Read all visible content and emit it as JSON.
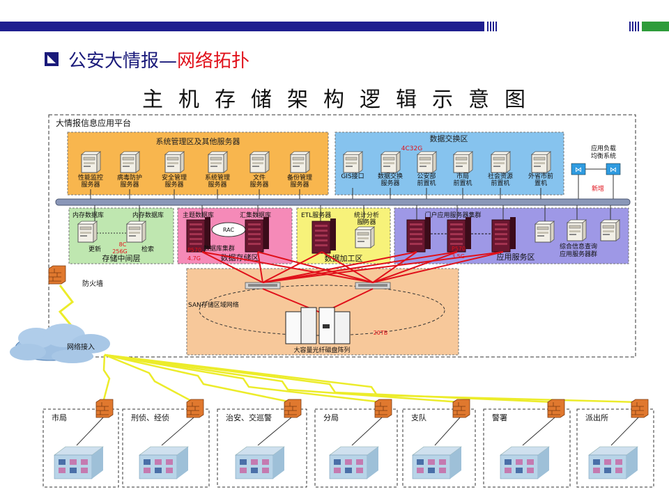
{
  "slide": {
    "title_prefix": "公安大情报—",
    "title_highlight": "网络拓扑",
    "diagram_title": "主机存储架构逻辑示意图"
  },
  "platform": {
    "label": "大情报信息应用平台"
  },
  "zones": {
    "sysmgmt": {
      "title": "系统管理区及其他服务器",
      "servers": [
        {
          "l1": "性能监控",
          "l2": "服务器"
        },
        {
          "l1": "病毒防护",
          "l2": "服务器"
        },
        {
          "l1": "安全管理",
          "l2": "服务器"
        },
        {
          "l1": "系统管理",
          "l2": "服务器"
        },
        {
          "l1": "文件",
          "l2": "服务器"
        },
        {
          "l1": "备份管理",
          "l2": "服务器"
        }
      ]
    },
    "exchange": {
      "title": "数据交换区",
      "spec": "4C32G",
      "servers": [
        {
          "l1": "GIS接口",
          "l2": ""
        },
        {
          "l1": "数据交换",
          "l2": "服务器"
        },
        {
          "l1": "公安部",
          "l2": "前置机"
        },
        {
          "l1": "市局",
          "l2": "前置机"
        },
        {
          "l1": "社会资源",
          "l2": "前置机"
        },
        {
          "l1": "外省市前",
          "l2": "置机"
        }
      ]
    },
    "loadbalance": {
      "l1": "应用负载",
      "l2": "均衡系统",
      "badge": "新增"
    },
    "midlayer": {
      "label": "存储中间层",
      "db1": "内存数据库",
      "db2": "内存数据库",
      "spec1": "8C",
      "spec2": "256G",
      "update": "更新",
      "search": "检索"
    },
    "storage": {
      "label": "数据存储区",
      "main_db": "主题数据库",
      "agg_db": "汇集数据库",
      "rac": "RAC",
      "model": "P570",
      "cluster": "数据库集群",
      "spec": "4.7G"
    },
    "processing": {
      "label": "数据加工区",
      "etl": "ETL服务器",
      "stats1": "统计分析",
      "stats2": "服务器"
    },
    "application": {
      "label": "应用服务区",
      "cluster": "门户应用服务器集群",
      "model": "P570",
      "spec": "3.5G",
      "query1": "综合信息查询",
      "query2": "应用服务器群"
    },
    "san": {
      "label": "SAN存储区域网络",
      "array": "大容量光纤磁盘阵列",
      "capacity": "20TB"
    }
  },
  "firewall": "防火墙",
  "network": "网络接入",
  "branches": [
    "市局",
    "刑侦、经侦",
    "治安、交巡警",
    "分局",
    "支队",
    "警署",
    "派出所"
  ],
  "colors": {
    "title_blue": "#1a1a7a",
    "title_red": "#e0101a",
    "sysmgmt_bg": "#f8b64e",
    "exchange_bg": "#86c3ee",
    "mid_bg": "#bfe7b0",
    "storage_bg": "#f58ab8",
    "processing_bg": "#f7f27a",
    "application_bg": "#9e98e6",
    "san_bg": "#f7c89a",
    "bus": "#8a97b8",
    "red_link": "#e0101a",
    "lightning": "#ecec2a"
  }
}
